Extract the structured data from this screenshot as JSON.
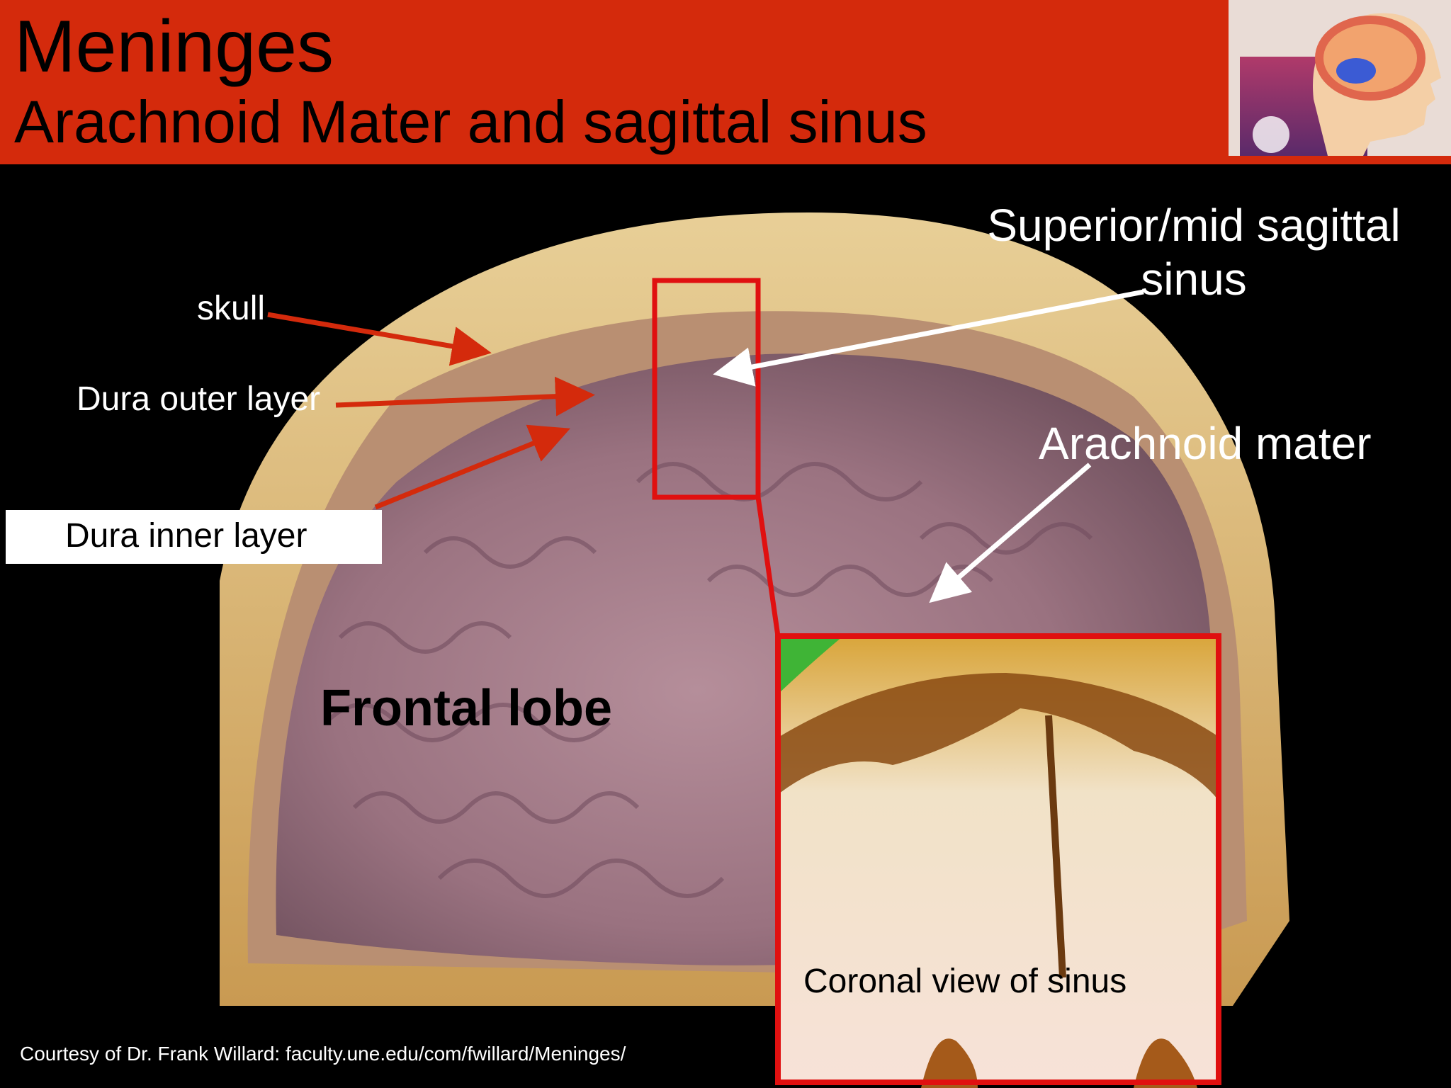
{
  "header": {
    "title": "Meninges",
    "subtitle": "Arachnoid Mater and sagittal sinus",
    "thumbnail_icon": "brain-head-icon"
  },
  "labels": {
    "skull": "skull",
    "dura_outer": "Dura outer layer",
    "dura_inner": "Dura inner layer",
    "sinus": "Superior/mid sagittal sinus",
    "arachnoid": "Arachnoid mater",
    "frontal_lobe": "Frontal lobe",
    "coronal": "Coronal view of sinus"
  },
  "credit": "Courtesy of Dr. Frank Willard: faculty.une.edu/com/fwillard/Meninges/",
  "colors": {
    "header_bg": "#d42a0c",
    "highlight_red": "#e01010",
    "arrow_red": "#d42a0c",
    "arrow_white": "#ffffff",
    "background": "#000000"
  }
}
